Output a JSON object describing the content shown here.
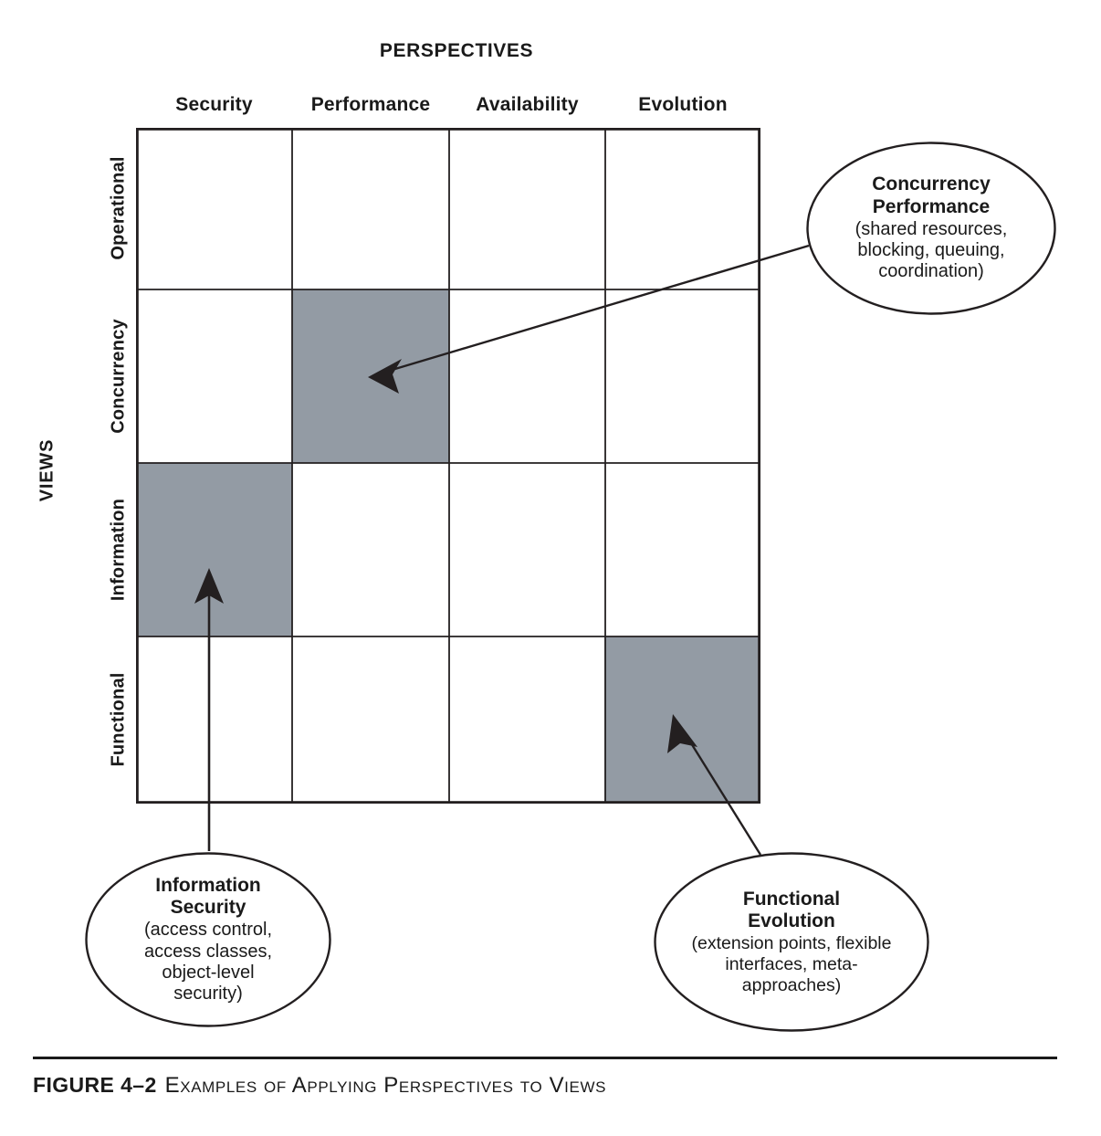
{
  "figure": {
    "top_axis_title": "PERSPECTIVES",
    "left_axis_title": "VIEWS",
    "caption_number": "FIGURE 4–2",
    "caption_text": "Examples of Applying Perspectives to Views"
  },
  "colors": {
    "highlight_fill": "#939ba4",
    "grid_line": "#231f20",
    "ink": "#1a1a1a",
    "background": "#ffffff"
  },
  "matrix": {
    "columns": [
      "Security",
      "Performance",
      "Availability",
      "Evolution"
    ],
    "rows": [
      "Operational",
      "Concurrency",
      "Information",
      "Functional"
    ],
    "highlighted_cells": [
      {
        "row": "Concurrency",
        "column": "Performance"
      },
      {
        "row": "Information",
        "column": "Security"
      },
      {
        "row": "Functional",
        "column": "Evolution"
      }
    ]
  },
  "callouts": [
    {
      "id": "concurrency-performance",
      "title": "Concurrency\nPerformance",
      "body": "(shared resources,\nblocking, queuing,\ncoordination)",
      "points_to": {
        "row": "Concurrency",
        "column": "Performance"
      }
    },
    {
      "id": "information-security",
      "title": "Information\nSecurity",
      "body": "(access control,\naccess classes,\nobject-level\nsecurity)",
      "points_to": {
        "row": "Information",
        "column": "Security"
      }
    },
    {
      "id": "functional-evolution",
      "title": "Functional\nEvolution",
      "body": "(extension points, flexible\ninterfaces, meta-\napproaches)",
      "points_to": {
        "row": "Functional",
        "column": "Evolution"
      }
    }
  ],
  "chart_data": {
    "type": "heatmap",
    "title": "Examples of Applying Perspectives to Views",
    "xlabel": "PERSPECTIVES",
    "ylabel": "VIEWS",
    "x_categories": [
      "Security",
      "Performance",
      "Availability",
      "Evolution"
    ],
    "y_categories": [
      "Operational",
      "Concurrency",
      "Information",
      "Functional"
    ],
    "grid": true,
    "legend": "none",
    "values": [
      [
        0,
        0,
        0,
        0
      ],
      [
        0,
        1,
        0,
        0
      ],
      [
        1,
        0,
        0,
        0
      ],
      [
        0,
        0,
        0,
        1
      ]
    ],
    "value_meaning": {
      "0": "not highlighted",
      "1": "highlighted (perspective applied to view)"
    }
  }
}
